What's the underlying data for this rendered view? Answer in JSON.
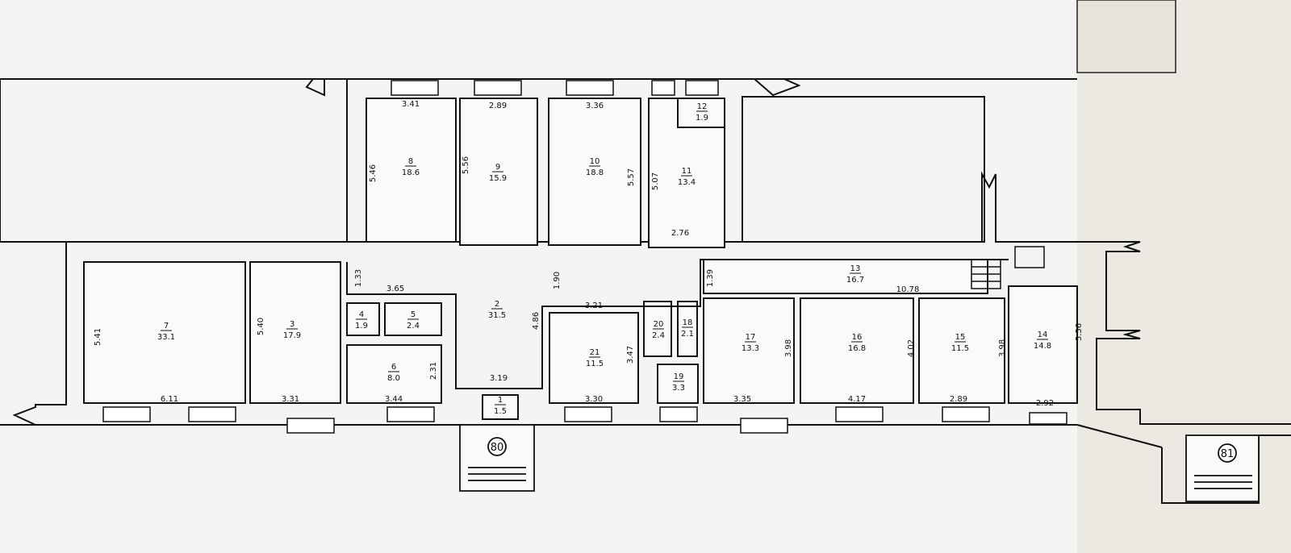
{
  "rooms": [
    {
      "id": "r2",
      "number": "2",
      "area": "31.5"
    },
    {
      "id": "r3",
      "number": "3",
      "area": "17.9"
    },
    {
      "id": "r4",
      "number": "4",
      "area": "1.9"
    },
    {
      "id": "r5",
      "number": "5",
      "area": "2.4"
    },
    {
      "id": "r6",
      "number": "6",
      "area": "8.0"
    },
    {
      "id": "r7",
      "number": "7",
      "area": "33.1"
    },
    {
      "id": "r8",
      "number": "8",
      "area": "18.6"
    },
    {
      "id": "r9",
      "number": "9",
      "area": "15.9"
    },
    {
      "id": "r10",
      "number": "10",
      "area": "18.8"
    },
    {
      "id": "r11",
      "number": "11",
      "area": "13.4"
    },
    {
      "id": "r12",
      "number": "12",
      "area": "1.9"
    },
    {
      "id": "r13",
      "number": "13",
      "area": "16.7"
    },
    {
      "id": "r14",
      "number": "14",
      "area": "14.8"
    },
    {
      "id": "r15",
      "number": "15",
      "area": "11.5"
    },
    {
      "id": "r16",
      "number": "16",
      "area": "16.8"
    },
    {
      "id": "r17",
      "number": "17",
      "area": "13.3"
    },
    {
      "id": "r18",
      "number": "18",
      "area": "2.1"
    },
    {
      "id": "r19",
      "number": "19",
      "area": "3.3"
    },
    {
      "id": "r20",
      "number": "20",
      "area": "2.4"
    },
    {
      "id": "r21",
      "number": "21",
      "area": "11.5"
    },
    {
      "id": "r1",
      "number": "1",
      "area": "1.5"
    }
  ],
  "dimensions": [
    "3.41",
    "2.89",
    "3.36",
    "5.46",
    "5.56",
    "5.57",
    "5.07",
    "2.76",
    "1.33",
    "3.65",
    "1.90",
    "1.39",
    "10.78",
    "5.41",
    "5.40",
    "6.11",
    "3.31",
    "3.44",
    "2.31",
    "3.19",
    "4.86",
    "3.21",
    "3.47",
    "3.30",
    "3.98",
    "3.35",
    "4.17",
    "4.02",
    "3.98",
    "2.89",
    "5.56",
    "2.92"
  ],
  "entrances": [
    "80",
    "81"
  ]
}
